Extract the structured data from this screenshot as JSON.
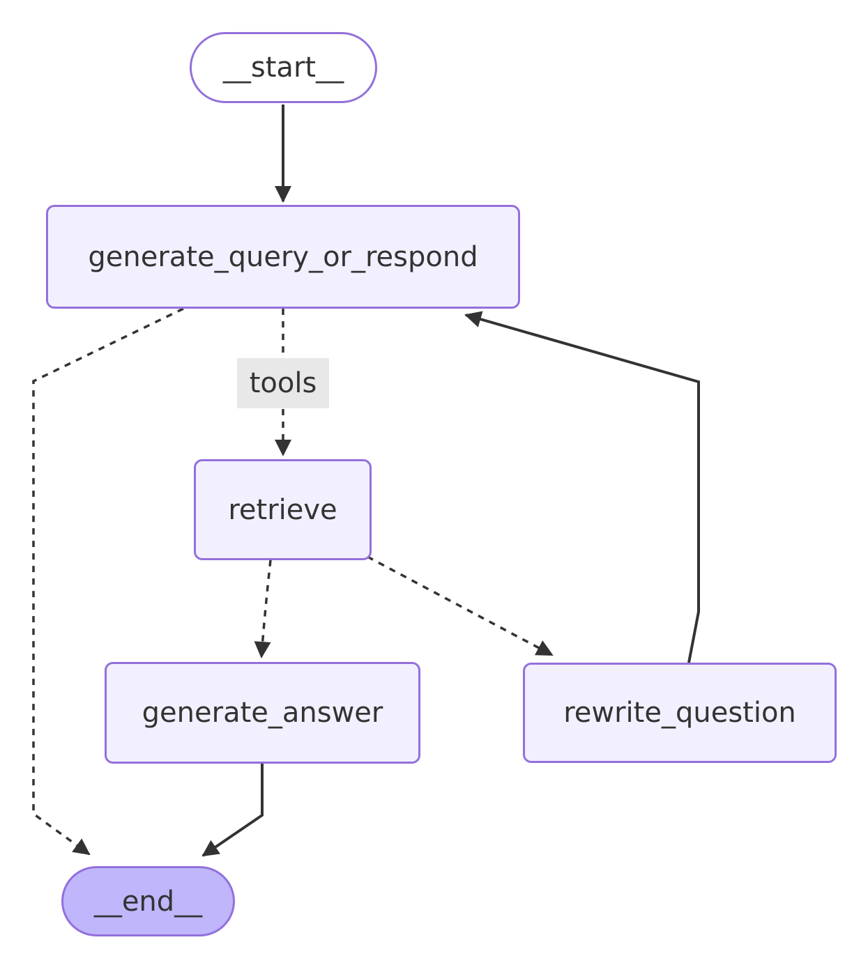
{
  "diagram": {
    "type": "flowchart",
    "direction": "top-down",
    "colors": {
      "node_fill": "#f2f0ff",
      "node_border": "#9370DB",
      "start_fill": "#ffffff",
      "end_fill": "#bfb6fc",
      "edge": "#333333",
      "text": "#333333",
      "edge_label_bg": "#e8e8e8",
      "background": "#ffffff"
    },
    "nodes": [
      {
        "id": "__start__",
        "label": "__start__",
        "shape": "pill"
      },
      {
        "id": "generate_query_or_respond",
        "label": "generate_query_or_respond",
        "shape": "rect"
      },
      {
        "id": "retrieve",
        "label": "retrieve",
        "shape": "rect"
      },
      {
        "id": "generate_answer",
        "label": "generate_answer",
        "shape": "rect"
      },
      {
        "id": "rewrite_question",
        "label": "rewrite_question",
        "shape": "rect"
      },
      {
        "id": "__end__",
        "label": "__end__",
        "shape": "pill"
      }
    ],
    "edges": [
      {
        "from": "__start__",
        "to": "generate_query_or_respond",
        "style": "solid",
        "label": ""
      },
      {
        "from": "generate_query_or_respond",
        "to": "retrieve",
        "style": "dashed",
        "label": "tools"
      },
      {
        "from": "generate_query_or_respond",
        "to": "__end__",
        "style": "dashed",
        "label": ""
      },
      {
        "from": "retrieve",
        "to": "generate_answer",
        "style": "dashed",
        "label": ""
      },
      {
        "from": "retrieve",
        "to": "rewrite_question",
        "style": "dashed",
        "label": ""
      },
      {
        "from": "generate_answer",
        "to": "__end__",
        "style": "solid",
        "label": ""
      },
      {
        "from": "rewrite_question",
        "to": "generate_query_or_respond",
        "style": "solid",
        "label": ""
      }
    ]
  }
}
